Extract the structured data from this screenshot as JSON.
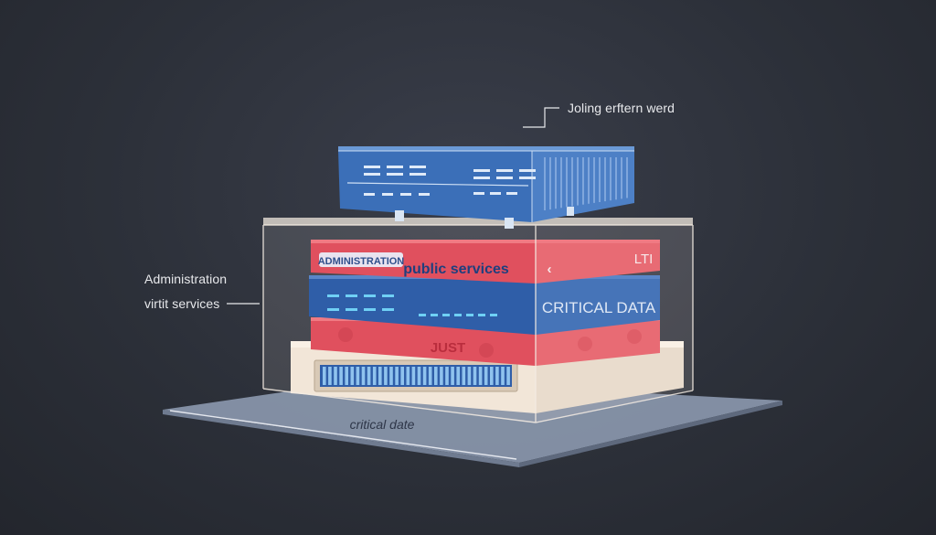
{
  "callouts": {
    "top_right": "Joling erftern werd",
    "left_title": "Administration",
    "left_sub": "virtit services"
  },
  "layers": {
    "admin_badge": "ADMINISTRATION",
    "public_services": "public services",
    "lti": "LTI",
    "critical_data": "CRITICAL DATA",
    "just": "JUST",
    "arrow_glyph": "‹"
  },
  "floor": {
    "label": "critical date"
  },
  "colors": {
    "background": "#2c3039",
    "server_blue": "#3b6fb8",
    "band_red": "#e0505e",
    "band_blue": "#2f5ea8",
    "cream": "#f2e6d8",
    "floor": "#8a97ad",
    "accent_cyan": "#47b6e8"
  }
}
